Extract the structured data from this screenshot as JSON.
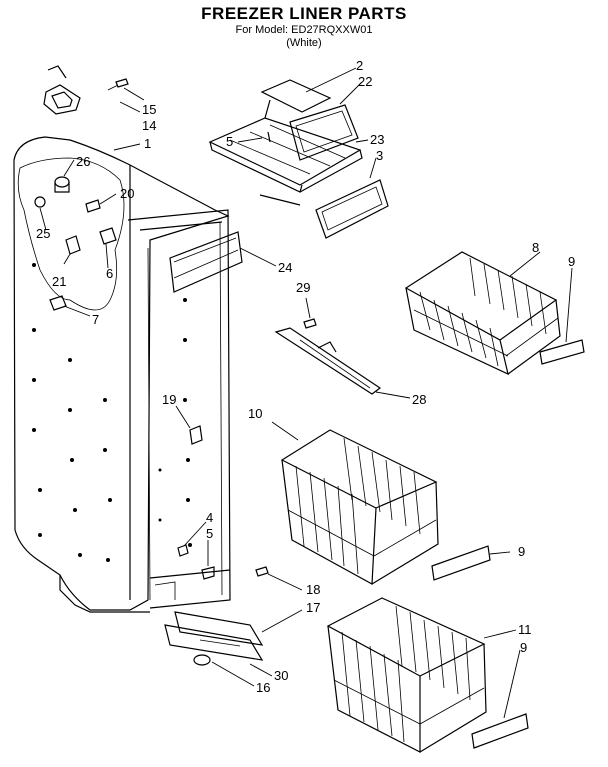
{
  "header": {
    "title": "FREEZER LINER PARTS",
    "model": "For Model: ED27RQXXW01",
    "color": "(White)"
  },
  "callouts": [
    {
      "id": "c1",
      "label": "1"
    },
    {
      "id": "c2",
      "label": "2"
    },
    {
      "id": "c3",
      "label": "3"
    },
    {
      "id": "c4",
      "label": "4"
    },
    {
      "id": "c5a",
      "label": "5"
    },
    {
      "id": "c5b",
      "label": "5"
    },
    {
      "id": "c6",
      "label": "6"
    },
    {
      "id": "c7",
      "label": "7"
    },
    {
      "id": "c8",
      "label": "8"
    },
    {
      "id": "c9a",
      "label": "9"
    },
    {
      "id": "c9b",
      "label": "9"
    },
    {
      "id": "c9c",
      "label": "9"
    },
    {
      "id": "c10",
      "label": "10"
    },
    {
      "id": "c11",
      "label": "11"
    },
    {
      "id": "c14",
      "label": "14"
    },
    {
      "id": "c15",
      "label": "15"
    },
    {
      "id": "c16",
      "label": "16"
    },
    {
      "id": "c17",
      "label": "17"
    },
    {
      "id": "c18",
      "label": "18"
    },
    {
      "id": "c19",
      "label": "19"
    },
    {
      "id": "c20",
      "label": "20"
    },
    {
      "id": "c21",
      "label": "21"
    },
    {
      "id": "c22",
      "label": "22"
    },
    {
      "id": "c23",
      "label": "23"
    },
    {
      "id": "c24",
      "label": "24"
    },
    {
      "id": "c25",
      "label": "25"
    },
    {
      "id": "c26",
      "label": "26"
    },
    {
      "id": "c28",
      "label": "28"
    },
    {
      "id": "c29",
      "label": "29"
    },
    {
      "id": "c30",
      "label": "30"
    }
  ]
}
